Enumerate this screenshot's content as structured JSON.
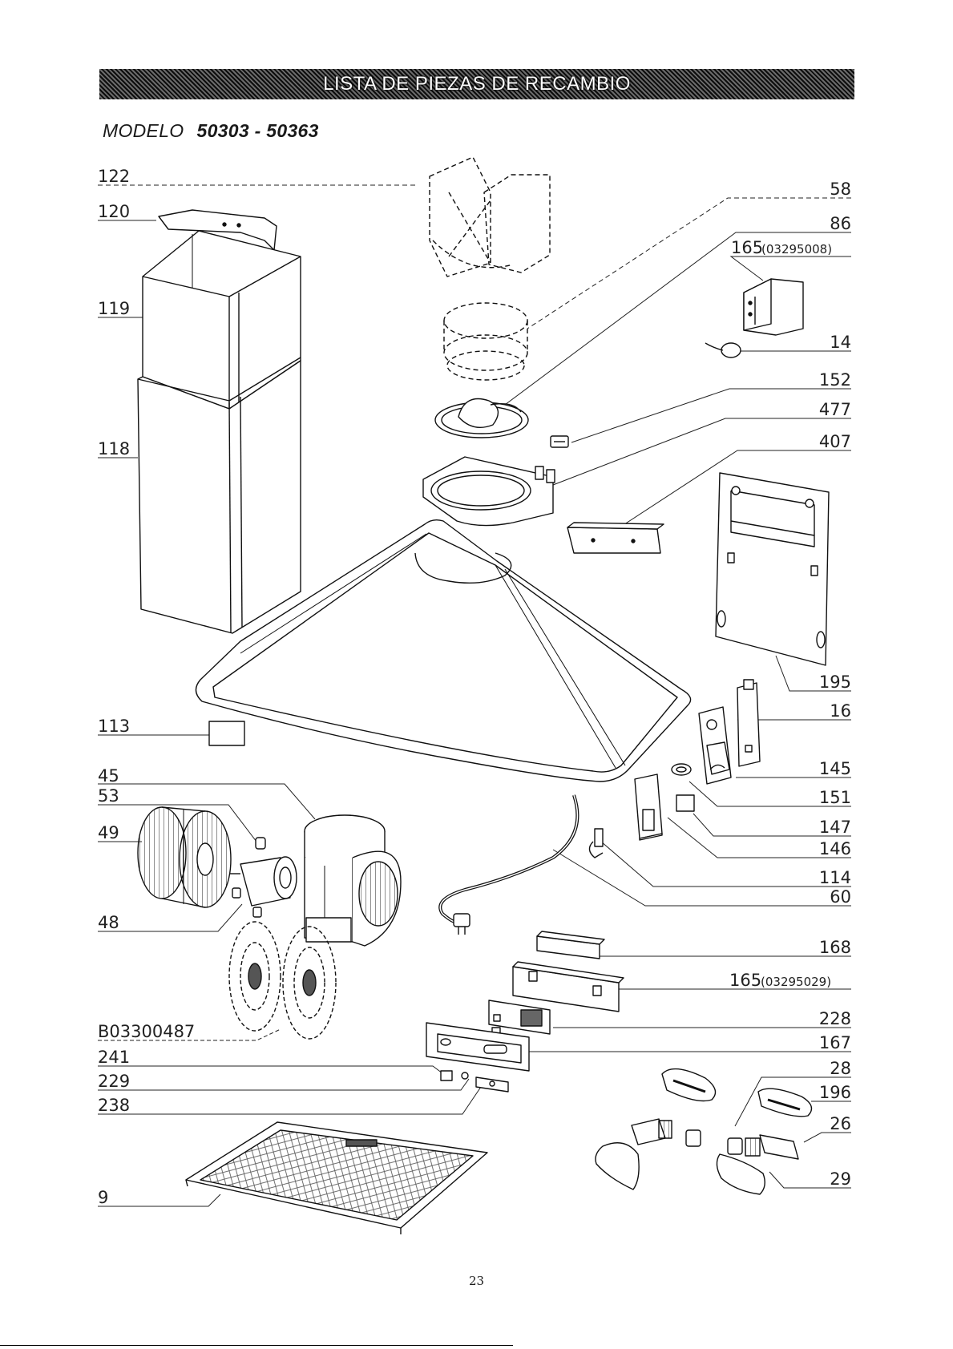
{
  "header": {
    "title": "LISTA DE PIEZAS DE RECAMBIO"
  },
  "model": {
    "label": "MODELO",
    "value": "50303 - 50363"
  },
  "parts": {
    "p122": "122",
    "p120": "120",
    "p119": "119",
    "p118": "118",
    "p113": "113",
    "p45": "45",
    "p53": "53",
    "p49": "49",
    "p48": "48",
    "b03300487": "B03300487",
    "p241": "241",
    "p229": "229",
    "p238": "238",
    "p9": "9",
    "p58": "58",
    "p86": "86",
    "p165a": "165",
    "p165a_code": "(03295008)",
    "p14": "14",
    "p152": "152",
    "p477": "477",
    "p407": "407",
    "p195": "195",
    "p16": "16",
    "p145": "145",
    "p151": "151",
    "p147": "147",
    "p146": "146",
    "p114": "114",
    "p60": "60",
    "p168": "168",
    "p165b": "165",
    "p165b_code": "(03295029)",
    "p228": "228",
    "p167": "167",
    "p28": "28",
    "p196": "196",
    "p26": "26",
    "p29": "29"
  },
  "footer": {
    "page_number": "23"
  }
}
